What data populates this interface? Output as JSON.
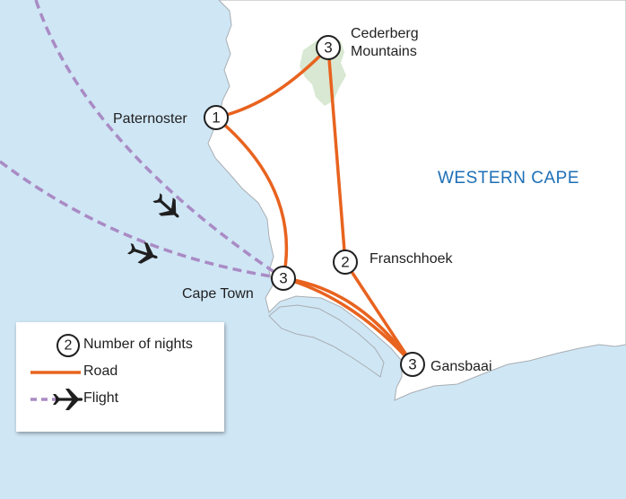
{
  "region_label": "WESTERN CAPE",
  "places": [
    {
      "id": "paternoster",
      "name": "Paternoster",
      "nights": "1"
    },
    {
      "id": "cederberg",
      "name_line1": "Cederberg",
      "name_line2": "Mountains",
      "nights": "3"
    },
    {
      "id": "franschhoek",
      "name": "Franschhoek",
      "nights": "2"
    },
    {
      "id": "cape-town",
      "name": "Cape Town",
      "nights": "3"
    },
    {
      "id": "gansbaai",
      "name": "Gansbaai",
      "nights": "3"
    }
  ],
  "legend": {
    "nights_symbol": "2",
    "nights_label": "Number of nights",
    "road_label": "Road",
    "flight_label": "Flight"
  },
  "colors": {
    "sea": "#cfe6f5",
    "land": "#ffffff",
    "mountains": "#d8e8d2",
    "road": "#e8631f",
    "flight": "#a98bc4",
    "region_text": "#1d6fb6"
  },
  "icons": [
    "plane-icon"
  ]
}
